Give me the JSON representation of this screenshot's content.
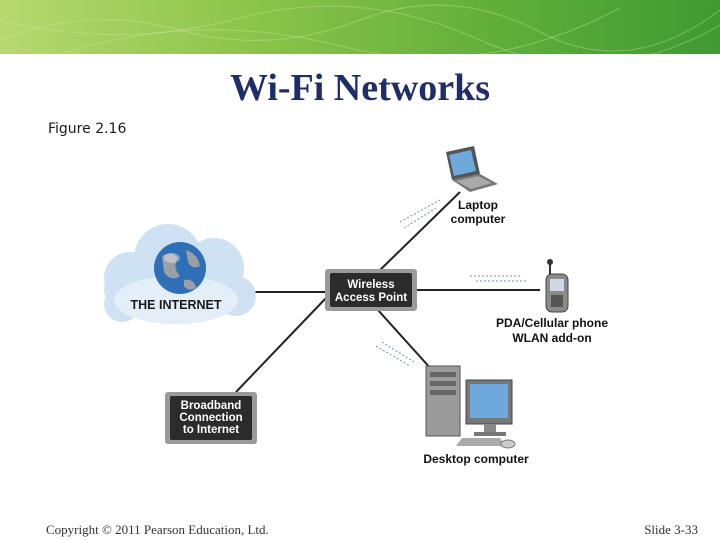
{
  "slide": {
    "title": "Wi-Fi Networks",
    "figure_label": "Figure 2.16",
    "copyright": "Copyright © 2011 Pearson Education, Ltd.",
    "slide_number": "Slide 3-33"
  },
  "diagram": {
    "hub": {
      "line1": "Wireless",
      "line2": "Access Point"
    },
    "internet_label": "THE INTERNET",
    "broadband": {
      "line1": "Broadband",
      "line2": "Connection",
      "line3": "to Internet"
    },
    "laptop": {
      "line1": "Laptop",
      "line2": "computer"
    },
    "pda": {
      "line1": "PDA/Cellular phone",
      "line2": "WLAN add-on"
    },
    "desktop": {
      "line1": "Desktop computer"
    }
  }
}
